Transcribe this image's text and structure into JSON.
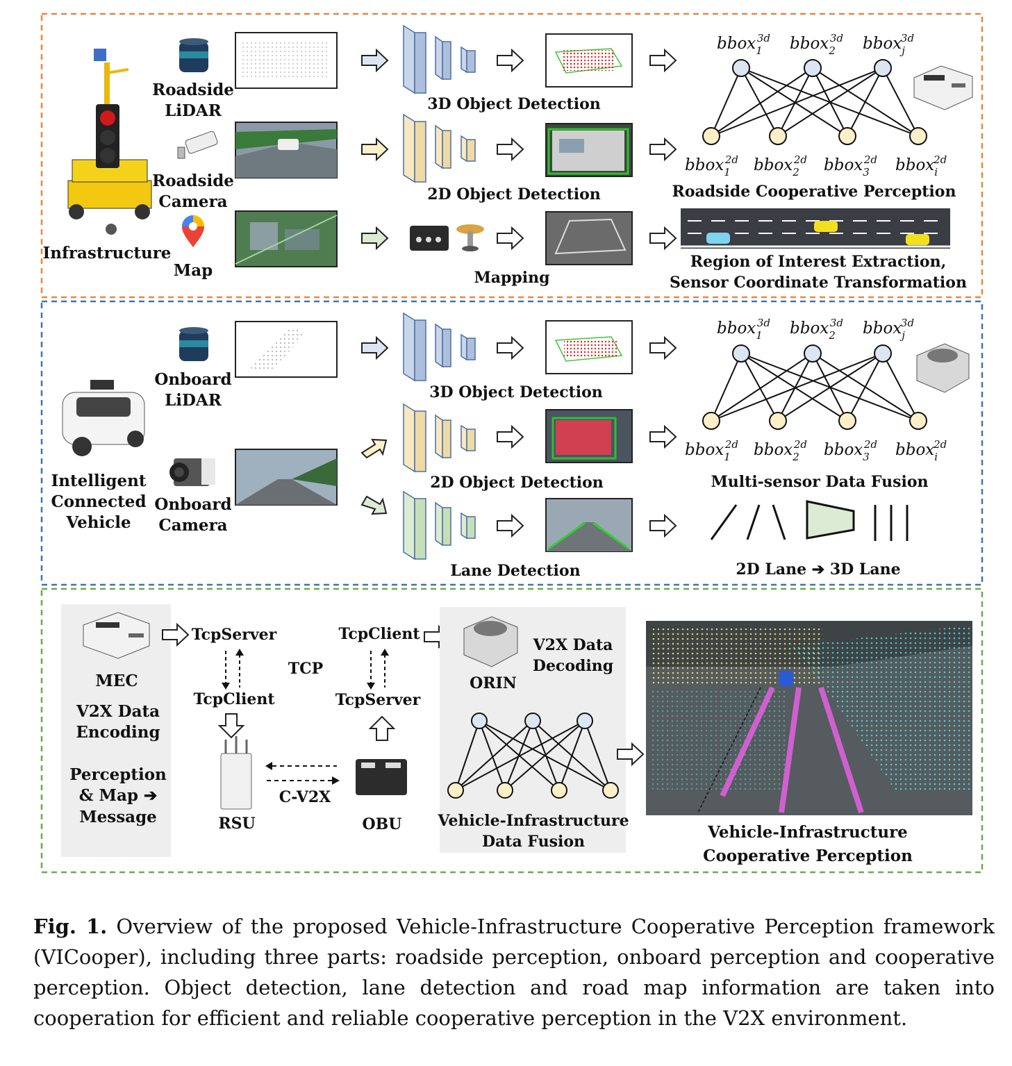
{
  "sections": {
    "roadside": {
      "border_color": "#e8873a",
      "infrastructure_label": "Infrastructure",
      "sensors": [
        {
          "line1": "Roadside",
          "line2": "LiDAR"
        },
        {
          "line1": "Roadside",
          "line2": "Camera"
        },
        {
          "line1": "Map",
          "line2": ""
        }
      ],
      "task_labels": [
        "3D Object Detection",
        "2D Object Detection",
        "Mapping"
      ],
      "bbox3d": [
        {
          "base": "bbox",
          "sub": "1",
          "sup": "3d"
        },
        {
          "base": "bbox",
          "sub": "2",
          "sup": "3d"
        },
        {
          "base": "bbox",
          "sub": "j",
          "sup": "3d"
        }
      ],
      "bbox2d": [
        {
          "base": "bbox",
          "sub": "1",
          "sup": "2d"
        },
        {
          "base": "bbox",
          "sub": "2",
          "sup": "2d"
        },
        {
          "base": "bbox",
          "sub": "3",
          "sup": "2d"
        },
        {
          "base": "bbox",
          "sub": "i",
          "sup": "2d"
        }
      ],
      "fusion_label": "Roadside Cooperative Perception",
      "roi_line1": "Region of Interest Extraction,",
      "roi_line2": "Sensor Coordinate Transformation"
    },
    "onboard": {
      "border_color": "#3d74b5",
      "vehicle_lines": [
        "Intelligent",
        "Connected",
        "Vehicle"
      ],
      "sensors": [
        {
          "line1": "Onboard",
          "line2": "LiDAR"
        },
        {
          "line1": "Onboard",
          "line2": "Camera"
        }
      ],
      "task_labels": [
        "3D Object Detection",
        "2D Object Detection",
        "Lane Detection"
      ],
      "fusion_label": "Multi-sensor Data Fusion",
      "lane_label": "2D Lane ➔ 3D Lane"
    },
    "cooperative": {
      "border_color": "#6aaa4a",
      "mec_label": "MEC",
      "mec_encoding": [
        "V2X Data",
        "Encoding"
      ],
      "mec_message": [
        "Perception",
        "& Map ➔",
        "Message"
      ],
      "tcp_server_left": "TcpServer",
      "tcp_client_left": "TcpClient",
      "tcp_label": "TCP",
      "tcp_client_right": "TcpClient",
      "tcp_server_right": "TcpServer",
      "rsu_label": "RSU",
      "obu_label": "OBU",
      "cv2x_label": "C-V2X",
      "orin_label": "ORIN",
      "decoding": [
        "V2X Data",
        "Decoding"
      ],
      "vi_fusion": [
        "Vehicle-Infrastructure",
        "Data Fusion"
      ],
      "result": [
        "Vehicle-Infrastructure",
        "Cooperative Perception"
      ]
    }
  },
  "colors": {
    "blue_fill": "#c9d6ea",
    "blue_stroke": "#4a6fa5",
    "yellow_fill": "#f7e8c2",
    "green_fill": "#dcebd3",
    "node_blue": "#dce6f2",
    "node_yellow": "#fdf0c8",
    "panel_gray": "#eeeeee",
    "lane_pink": "#d060d0"
  },
  "caption": {
    "label": "Fig. 1.",
    "text": "Overview of the proposed Vehicle-Infrastructure Cooperative Perception framework (VICooper), including three parts: roadside perception, onboard perception and cooperative perception. Object detection, lane detection and road map information are taken into cooperation for efficient and reliable cooperative perception in the V2X environment."
  }
}
